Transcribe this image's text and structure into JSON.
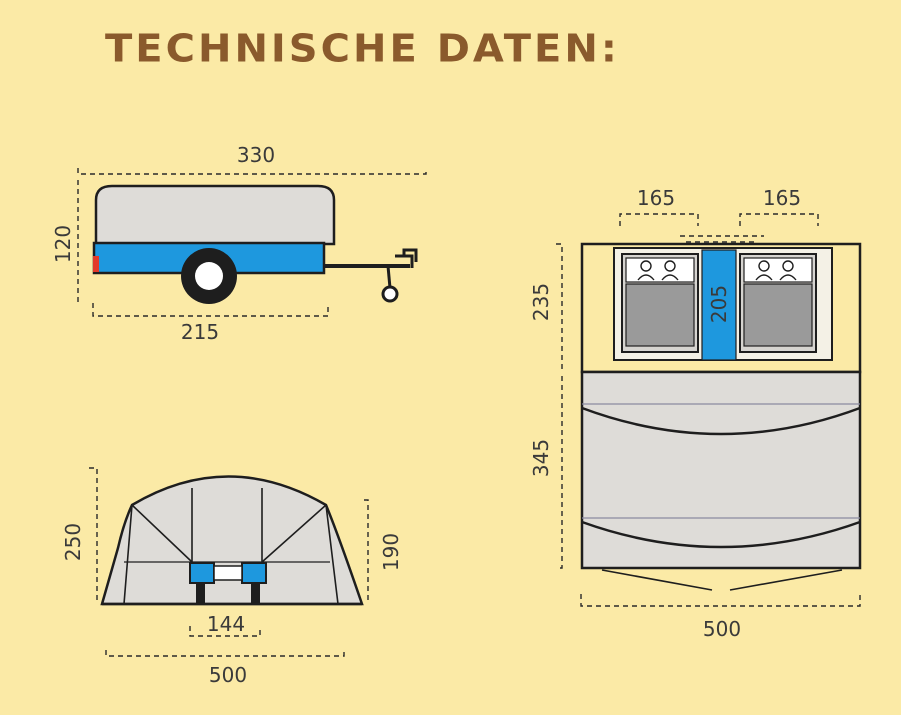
{
  "title": "TECHNISCHE DATEN:",
  "side_view": {
    "length_overall": "330",
    "height": "120",
    "body_length": "215"
  },
  "front_view": {
    "height_outer": "250",
    "height_inner": "190",
    "axle_width": "144",
    "width": "500"
  },
  "top_view": {
    "bed_width_left": "165",
    "bed_width_right": "165",
    "bedroom_depth": "235",
    "bed_length": "205",
    "living_depth": "345",
    "width": "500"
  },
  "colors": {
    "background": "#fbeaa6",
    "title": "#8a5a2c",
    "trailer_blue": "#1e98de",
    "canvas_grey": "#dedcd8"
  }
}
